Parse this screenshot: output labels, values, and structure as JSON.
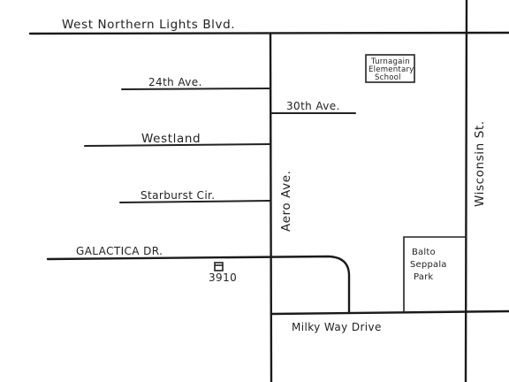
{
  "streets": {
    "west_northern_lights": "West Northern Lights Blvd.",
    "ave_24": "24th Ave.",
    "ave_30": "30th Ave.",
    "westland": "Westland",
    "starburst": "Starburst Cir.",
    "galactica": "GALACTICA DR.",
    "aero": "Aero Ave.",
    "wisconsin": "Wisconsin St.",
    "milky_way": "Milky Way Drive"
  },
  "landmarks": {
    "school": [
      "Turnagain",
      "Elementary",
      "School"
    ],
    "park": [
      "Balto",
      "Seppala",
      "Park"
    ],
    "house_number": "3910"
  },
  "colors": {
    "ink": "#222222",
    "paper": "#ffffff"
  }
}
